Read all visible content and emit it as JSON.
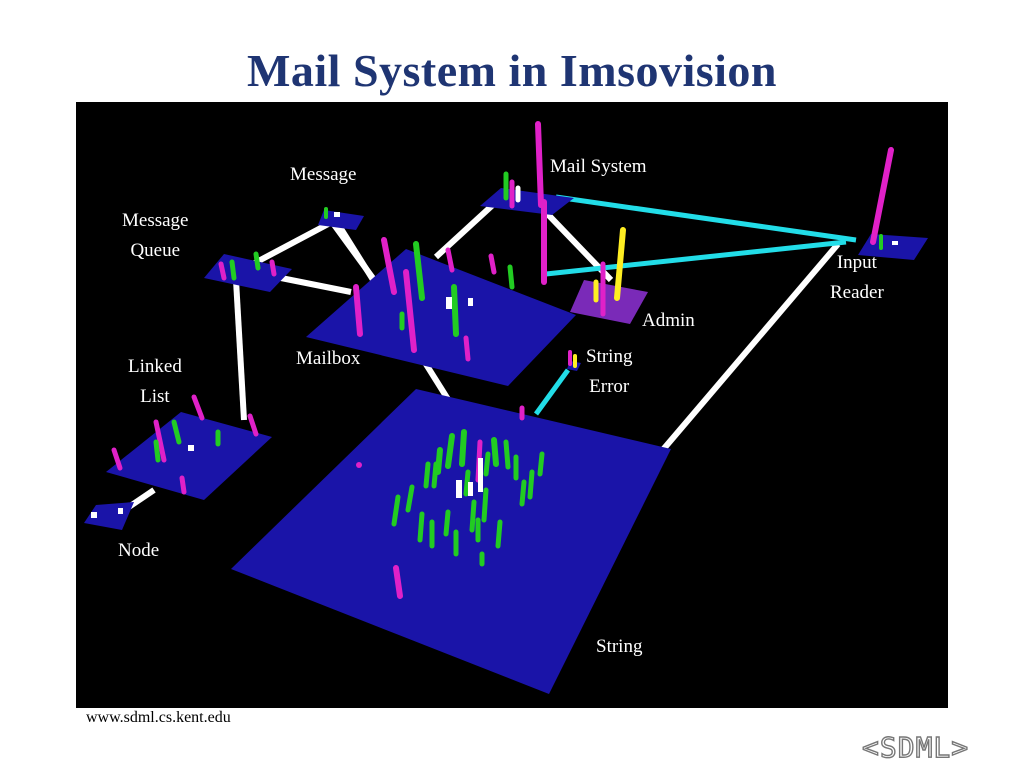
{
  "slide": {
    "title": "Mail System in Imsovision"
  },
  "nodes": {
    "message": "Message",
    "message_queue_l1": "Message",
    "message_queue_l2": "Queue",
    "mail_system": "Mail System",
    "input_reader_l1": "Input",
    "input_reader_l2": "Reader",
    "admin": "Admin",
    "mailbox": "Mailbox",
    "string_error_l1": "String",
    "string_error_l2": "Error",
    "linked_list_l1": "Linked",
    "linked_list_l2": "List",
    "node": "Node",
    "string": "String"
  },
  "colors": {
    "platform": "#1a14a8",
    "platform_admin": "#7a2ab8",
    "background": "#000000",
    "title": "#1f3573",
    "connector_inheritance": "#ffffff",
    "connector_association": "#22dde8",
    "attribute_bar": "#22cc22",
    "method_bar": "#e021c8",
    "constructor_bar": "#ffffff",
    "admin_bar": "#ffee22"
  },
  "footer": {
    "url": "www.sdml.cs.kent.edu",
    "logo": "<SDML>"
  }
}
